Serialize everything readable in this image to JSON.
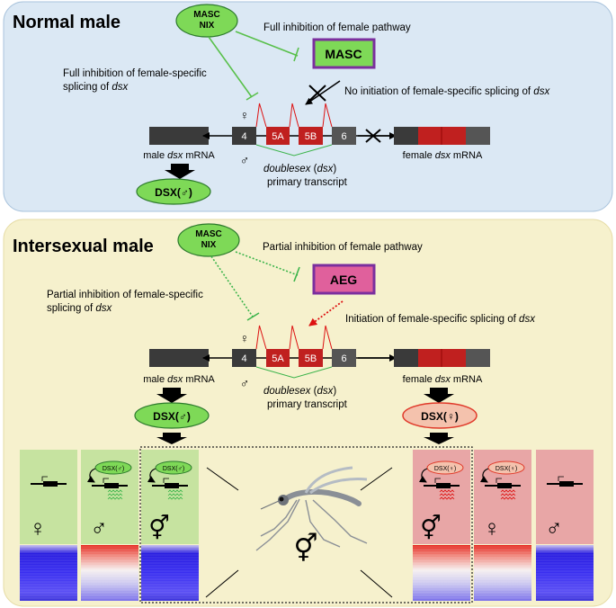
{
  "panel_top": {
    "title": "Normal male",
    "regulator": "MASC\nNIX",
    "target_box": "MASC",
    "annot_inhibit_female": "Full inhibition of female pathway",
    "annot_inhibit_splicing_1": "Full inhibition of female-specific",
    "annot_inhibit_splicing_2a": "splicing of ",
    "annot_inhibit_splicing_2b": "dsx",
    "annot_no_init_a": "No initiation of female-specific splicing of ",
    "annot_no_init_b": "dsx",
    "exons": [
      "4",
      "5A",
      "5B",
      "6"
    ],
    "male_mrna_a": "male ",
    "male_mrna_b": "dsx",
    "male_mrna_c": " mRNA",
    "female_mrna_a": "female ",
    "female_mrna_b": "dsx",
    "female_mrna_c": " mRNA",
    "primary_1a": "doublesex",
    "primary_1b": " (",
    "primary_1c": "dsx",
    "primary_1d": ")",
    "primary_2": "primary transcript",
    "protein": "DSX(♂)",
    "female_symbol": "♀",
    "male_symbol": "♂",
    "cross": "✕"
  },
  "panel_bottom": {
    "title": "Intersexual male",
    "regulator": "MASC\nNIX",
    "target_box": "AEG",
    "annot_partial_female": "Partial inhibition of female pathway",
    "annot_partial_splicing_1": "Partial inhibition of female-specific",
    "annot_partial_splicing_2a": "splicing of ",
    "annot_partial_splicing_2b": "dsx",
    "annot_init_a": "Initiation of female-specific splicing of ",
    "annot_init_b": "dsx",
    "exons": [
      "4",
      "5A",
      "5B",
      "6"
    ],
    "male_mrna_a": "male ",
    "male_mrna_b": "dsx",
    "male_mrna_c": " mRNA",
    "female_mrna_a": "female ",
    "female_mrna_b": "dsx",
    "female_mrna_c": " mRNA",
    "primary_1a": "doublesex",
    "primary_1b": " (",
    "primary_1c": "dsx",
    "primary_1d": ")",
    "primary_2": "primary transcript",
    "protein_male": "DSX(♂)",
    "protein_female": "DSX(♀)",
    "female_symbol": "♀",
    "male_symbol": "♂"
  },
  "columns": [
    {
      "symbol": "♀",
      "bg": "#c6e3a0",
      "protein": "",
      "wave": "",
      "heat": "blue"
    },
    {
      "symbol": "♂",
      "bg": "#c6e3a0",
      "protein": "DSX(♂)",
      "wave": "green",
      "heat": "red"
    },
    {
      "symbol": "⚥",
      "bg": "#c6e3a0",
      "protein": "DSX(♂)",
      "wave": "green",
      "heat": "blue"
    },
    {
      "symbol": "⚥",
      "bg": "#e8a6a6",
      "protein": "DSX(♀)",
      "wave": "red",
      "heat": "red"
    },
    {
      "symbol": "♀",
      "bg": "#e8a6a6",
      "protein": "DSX(♀)",
      "wave": "red",
      "heat": "red"
    },
    {
      "symbol": "♂",
      "bg": "#e8a6a6",
      "protein": "",
      "wave": "",
      "heat": "blue"
    }
  ],
  "center_symbol": "⚥",
  "colors": {
    "top_bg": "#dbe8f4",
    "bottom_bg": "#f6f1cd",
    "green": "#7ed957",
    "green_dark": "#2e7d32",
    "purple": "#7b2f9e",
    "pink_box": "#e0609c",
    "exon_dark": "#3a3a3a",
    "exon_red": "#c0201f",
    "protein_female": "#f4c2ad",
    "protein_female_border": "#e03a2a"
  }
}
